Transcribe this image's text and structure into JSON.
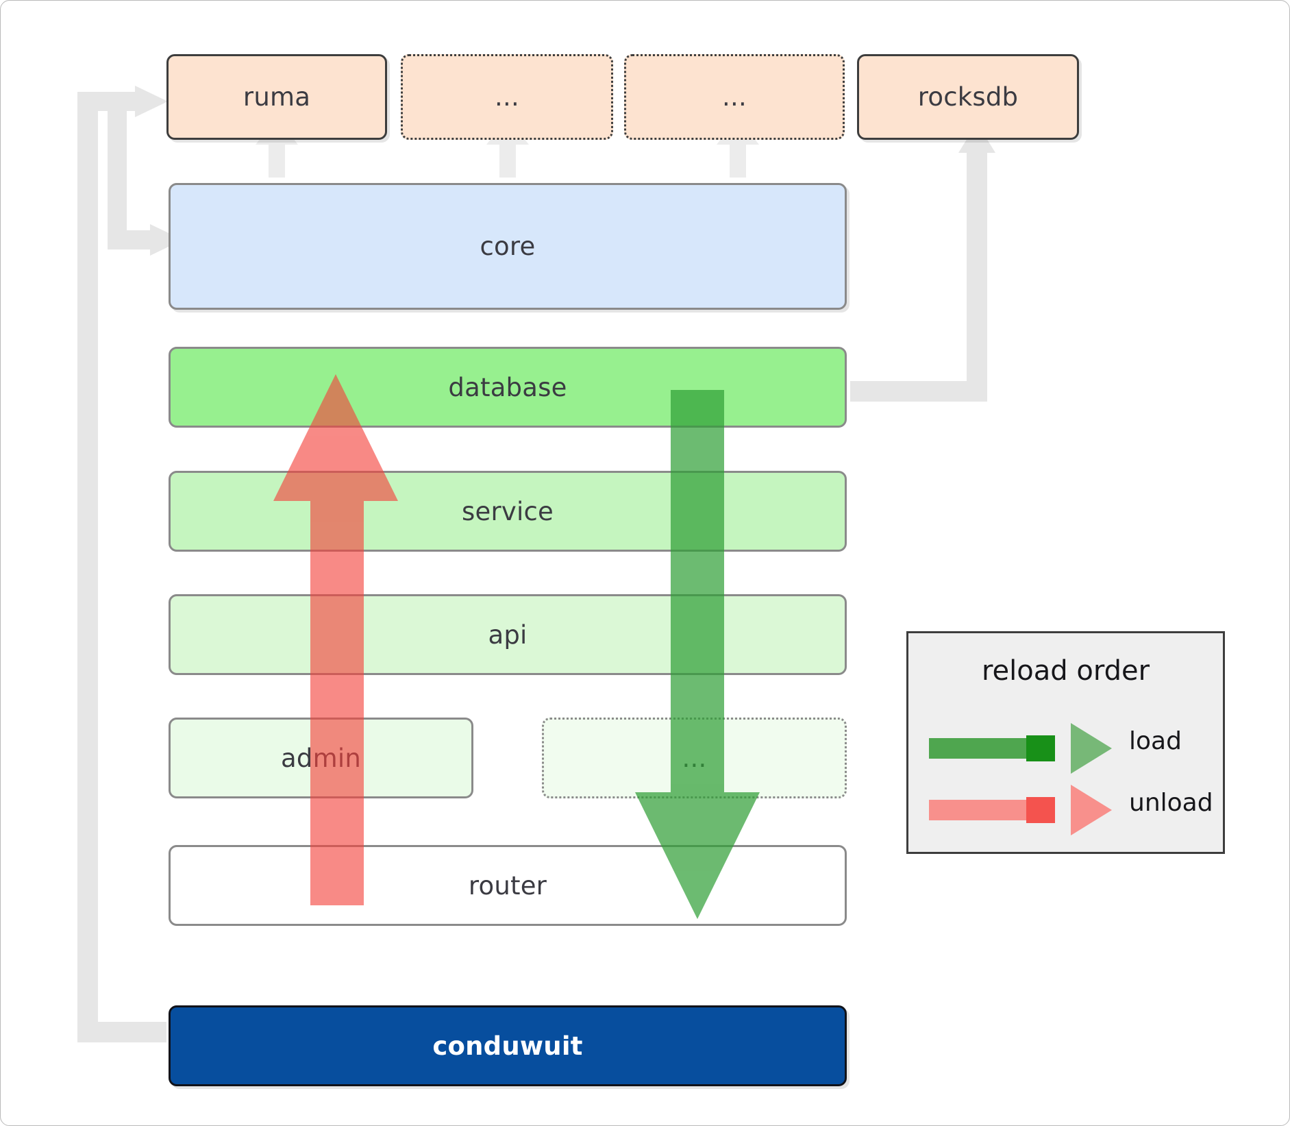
{
  "diagram": {
    "title": "conduwuit module reload architecture",
    "colors": {
      "peach": "#fde3d0",
      "blue": "#d7e7fb",
      "green_database": "#97f08f",
      "green_service": "#c5f5bf",
      "green_api": "#dbf8d6",
      "green_admin": "#eafbe8",
      "green_dots": "#f1fcef",
      "router_white": "#ffffff",
      "navy": "#074e9e",
      "connector_gray": "#e6e6e6",
      "load_green": "#4fa64f",
      "unload_red": "#f2736f",
      "legend_bg": "#efefef"
    },
    "top_row": [
      {
        "id": "ruma",
        "label": "ruma",
        "style": "solid"
      },
      {
        "id": "dots1",
        "label": "...",
        "style": "dotted"
      },
      {
        "id": "dots2",
        "label": "...",
        "style": "dotted"
      },
      {
        "id": "rocksdb",
        "label": "rocksdb",
        "style": "solid"
      }
    ],
    "stack": [
      {
        "id": "core",
        "label": "core",
        "style": "solid"
      },
      {
        "id": "database",
        "label": "database",
        "style": "solid"
      },
      {
        "id": "service",
        "label": "service",
        "style": "solid"
      },
      {
        "id": "api",
        "label": "api",
        "style": "solid"
      },
      {
        "id": "admin",
        "label": "admin",
        "style": "solid"
      },
      {
        "id": "dots3",
        "label": "...",
        "style": "dotted"
      },
      {
        "id": "router",
        "label": "router",
        "style": "solid"
      }
    ],
    "root": {
      "id": "conduwuit",
      "label": "conduwuit"
    },
    "legend": {
      "title": "reload order",
      "items": [
        {
          "id": "load",
          "label": "load",
          "color": "#4fa64f"
        },
        {
          "id": "unload",
          "label": "unload",
          "color": "#f2736f"
        }
      ]
    },
    "flows": {
      "load_direction": "down",
      "unload_direction": "up"
    }
  }
}
